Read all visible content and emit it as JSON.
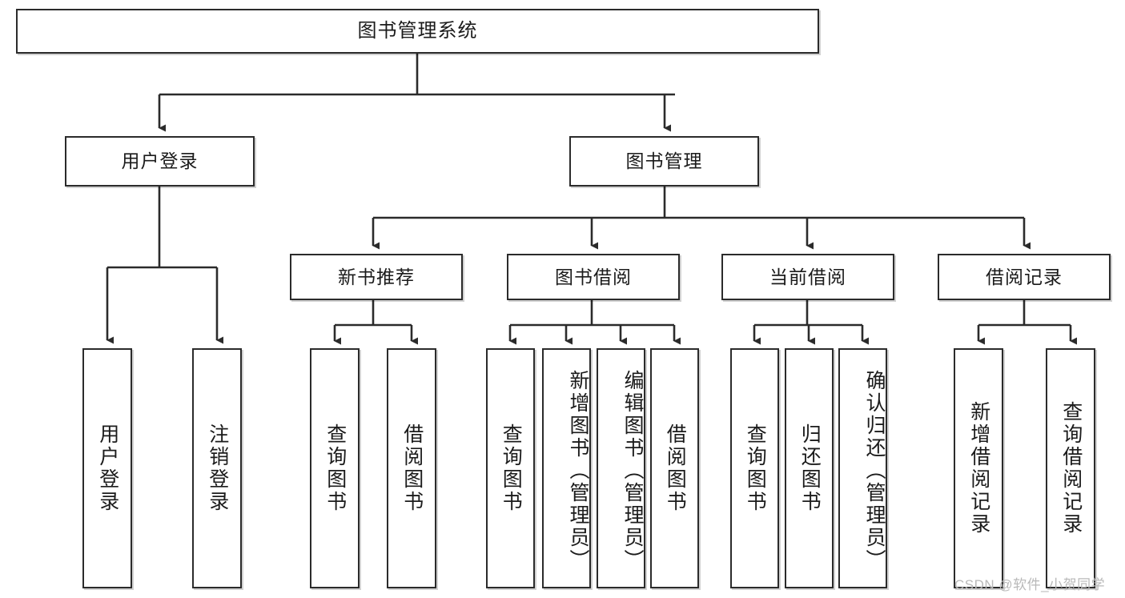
{
  "diagram": {
    "type": "tree-hierarchy",
    "title": "图书管理系统",
    "watermark": "CSDN @软件_小贺同学",
    "colors": {
      "stroke": "#2b2b2b",
      "fill": "#ffffff",
      "text": "#1b1b1b",
      "watermark": "#b9b9b9"
    },
    "nodes": {
      "root": {
        "label": "图书管理系统"
      },
      "level2": [
        {
          "id": "user-login",
          "label": "用户登录"
        },
        {
          "id": "book-manage",
          "label": "图书管理"
        }
      ],
      "level3": [
        {
          "id": "new-book-recommend",
          "label": "新书推荐"
        },
        {
          "id": "book-borrow",
          "label": "图书借阅"
        },
        {
          "id": "current-borrow",
          "label": "当前借阅"
        },
        {
          "id": "borrow-record",
          "label": "借阅记录"
        }
      ],
      "leaves": {
        "user_login": [
          {
            "id": "leaf-user-login",
            "label": "用户登录"
          },
          {
            "id": "leaf-user-logout",
            "label": "注销登录"
          }
        ],
        "new_book_recommend": [
          {
            "id": "leaf-query-book-1",
            "label": "查询图书"
          },
          {
            "id": "leaf-borrow-book-1",
            "label": "借阅图书"
          }
        ],
        "book_borrow": [
          {
            "id": "leaf-query-book-2",
            "label": "查询图书"
          },
          {
            "id": "leaf-add-book",
            "label": "新增图书（管理员）"
          },
          {
            "id": "leaf-edit-book",
            "label": "编辑图书（管理员）"
          },
          {
            "id": "leaf-borrow-book-2",
            "label": "借阅图书"
          }
        ],
        "current_borrow": [
          {
            "id": "leaf-query-book-3",
            "label": "查询图书"
          },
          {
            "id": "leaf-return-book",
            "label": "归还图书"
          },
          {
            "id": "leaf-confirm-return",
            "label": "确认归还（管理员）"
          }
        ],
        "borrow_record": [
          {
            "id": "leaf-add-record",
            "label": "新增借阅记录"
          },
          {
            "id": "leaf-query-record",
            "label": "查询借阅记录"
          }
        ]
      }
    }
  }
}
